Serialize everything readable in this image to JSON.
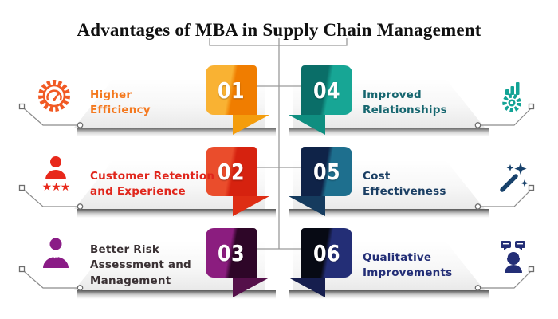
{
  "title": "Advantages of MBA in Supply Chain Management",
  "colors": {
    "connector_line": "#9a9a9a",
    "circuit_line": "#8c8c8c",
    "card_shadow": "#3f3f3f"
  },
  "items": [
    {
      "number": "01",
      "label": "Higher Efficiency",
      "lines": [
        "Higher",
        "Efficiency"
      ],
      "side": "left",
      "icon": "efficiency-gauge-icon",
      "color_left": "#F9B233",
      "color_right": "#F07D00",
      "color_fold": "#F49D0D",
      "color_text": "#F4791F",
      "color_icon": "#F15A24"
    },
    {
      "number": "02",
      "label": "Customer Retention and Experience",
      "lines": [
        "Customer Retention",
        "and Experience"
      ],
      "side": "left",
      "icon": "customer-stars-icon",
      "color_left": "#EA4D2C",
      "color_right": "#D6220F",
      "color_fold": "#DE2D14",
      "color_text": "#E0261C",
      "color_icon": "#E8281B"
    },
    {
      "number": "03",
      "label": "Better Risk Assessment and Management",
      "lines": [
        "Better Risk",
        "Assessment and",
        "Management"
      ],
      "side": "left",
      "icon": "risk-person-icon",
      "color_left": "#8B1D7F",
      "color_right": "#2E0628",
      "color_fold": "#55104A",
      "color_text": "#3A3134",
      "color_icon": "#8A1C86"
    },
    {
      "number": "04",
      "label": "Improved Relationships",
      "lines": [
        "Improved",
        "Relationships"
      ],
      "side": "right",
      "icon": "relationships-gear-chart-icon",
      "color_left": "#0A6E68",
      "color_right": "#17A695",
      "color_fold": "#0F8E80",
      "color_text": "#16666F",
      "color_icon": "#12A395"
    },
    {
      "number": "05",
      "label": "Cost Effectiveness",
      "lines": [
        "Cost",
        "Effectiveness"
      ],
      "side": "right",
      "icon": "cost-wand-icon",
      "color_left": "#0F2348",
      "color_right": "#1E6F8E",
      "color_fold": "#153B5E",
      "color_text": "#1A3E63",
      "color_icon": "#17416B"
    },
    {
      "number": "06",
      "label": "Qualitative Improvements",
      "lines": [
        "Qualitative",
        "Improvements"
      ],
      "side": "right",
      "icon": "qualitative-head-bubbles-icon",
      "color_left": "#070A14",
      "color_right": "#232E76",
      "color_fold": "#161E4E",
      "color_text": "#232E76",
      "color_icon": "#232E76"
    }
  ]
}
